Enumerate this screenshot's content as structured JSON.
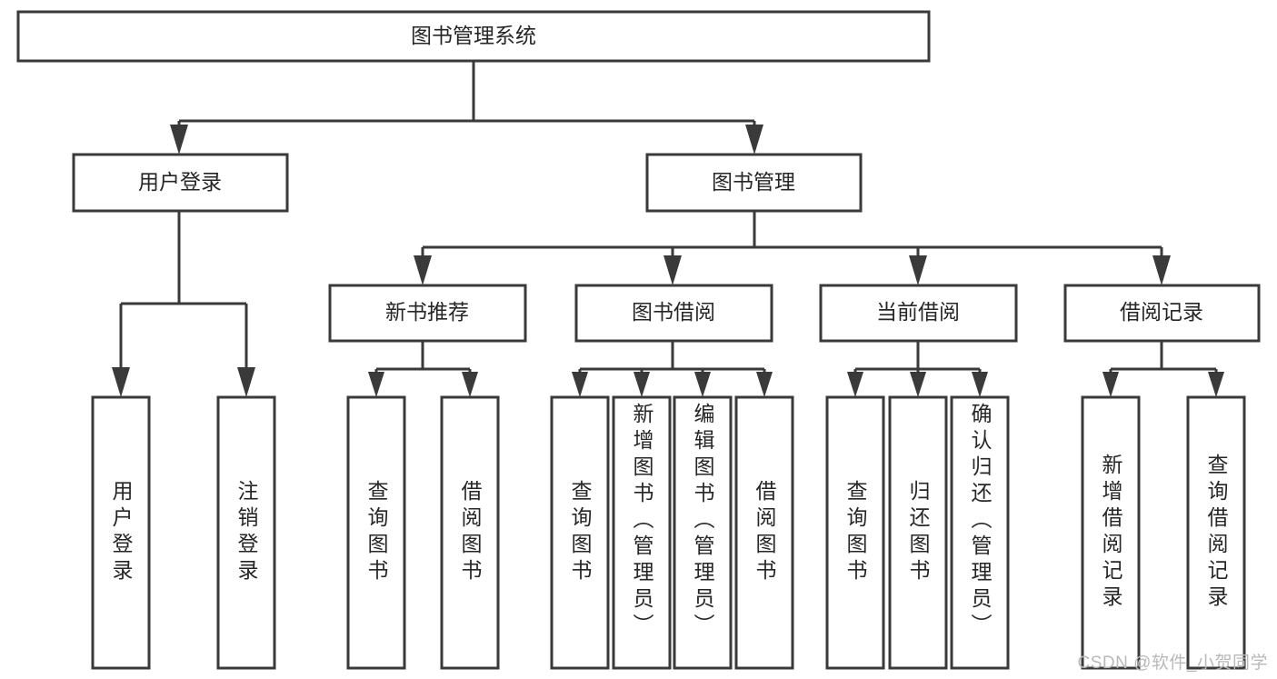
{
  "diagram": {
    "type": "tree-hierarchy-chart",
    "title": "图书管理系统",
    "watermark": "CSDN @软件_小贺同学",
    "colors": {
      "stroke": "#3a3a3a",
      "box_fill": "#ffffff",
      "text": "#262626",
      "background": "#ffffff",
      "watermark": "#b9b9b9"
    },
    "levels": {
      "level1": {
        "label": "图书管理系统",
        "orientation": "horizontal"
      },
      "level2": [
        {
          "label": "用户登录",
          "orientation": "horizontal"
        },
        {
          "label": "图书管理",
          "orientation": "horizontal"
        }
      ],
      "level3": [
        {
          "label": "新书推荐",
          "orientation": "horizontal"
        },
        {
          "label": "图书借阅",
          "orientation": "horizontal"
        },
        {
          "label": "当前借阅",
          "orientation": "horizontal"
        },
        {
          "label": "借阅记录",
          "orientation": "horizontal"
        }
      ],
      "leaves": {
        "user_login": [
          {
            "label": "用户登录",
            "orientation": "vertical"
          },
          {
            "label": "注销登录",
            "orientation": "vertical"
          }
        ],
        "new_book_recommend": [
          {
            "label": "查询图书",
            "orientation": "vertical"
          },
          {
            "label": "借阅图书",
            "orientation": "vertical"
          }
        ],
        "book_borrow": [
          {
            "label": "查询图书",
            "orientation": "vertical"
          },
          {
            "label": "新增图书（管理员）",
            "orientation": "vertical"
          },
          {
            "label": "编辑图书（管理员）",
            "orientation": "vertical"
          },
          {
            "label": "借阅图书",
            "orientation": "vertical"
          }
        ],
        "current_borrow": [
          {
            "label": "查询图书",
            "orientation": "vertical"
          },
          {
            "label": "归还图书",
            "orientation": "vertical"
          },
          {
            "label": "确认归还（管理员）",
            "orientation": "vertical"
          }
        ],
        "borrow_record": [
          {
            "label": "新增借阅记录",
            "orientation": "vertical"
          },
          {
            "label": "查询借阅记录",
            "orientation": "vertical"
          }
        ]
      }
    }
  }
}
